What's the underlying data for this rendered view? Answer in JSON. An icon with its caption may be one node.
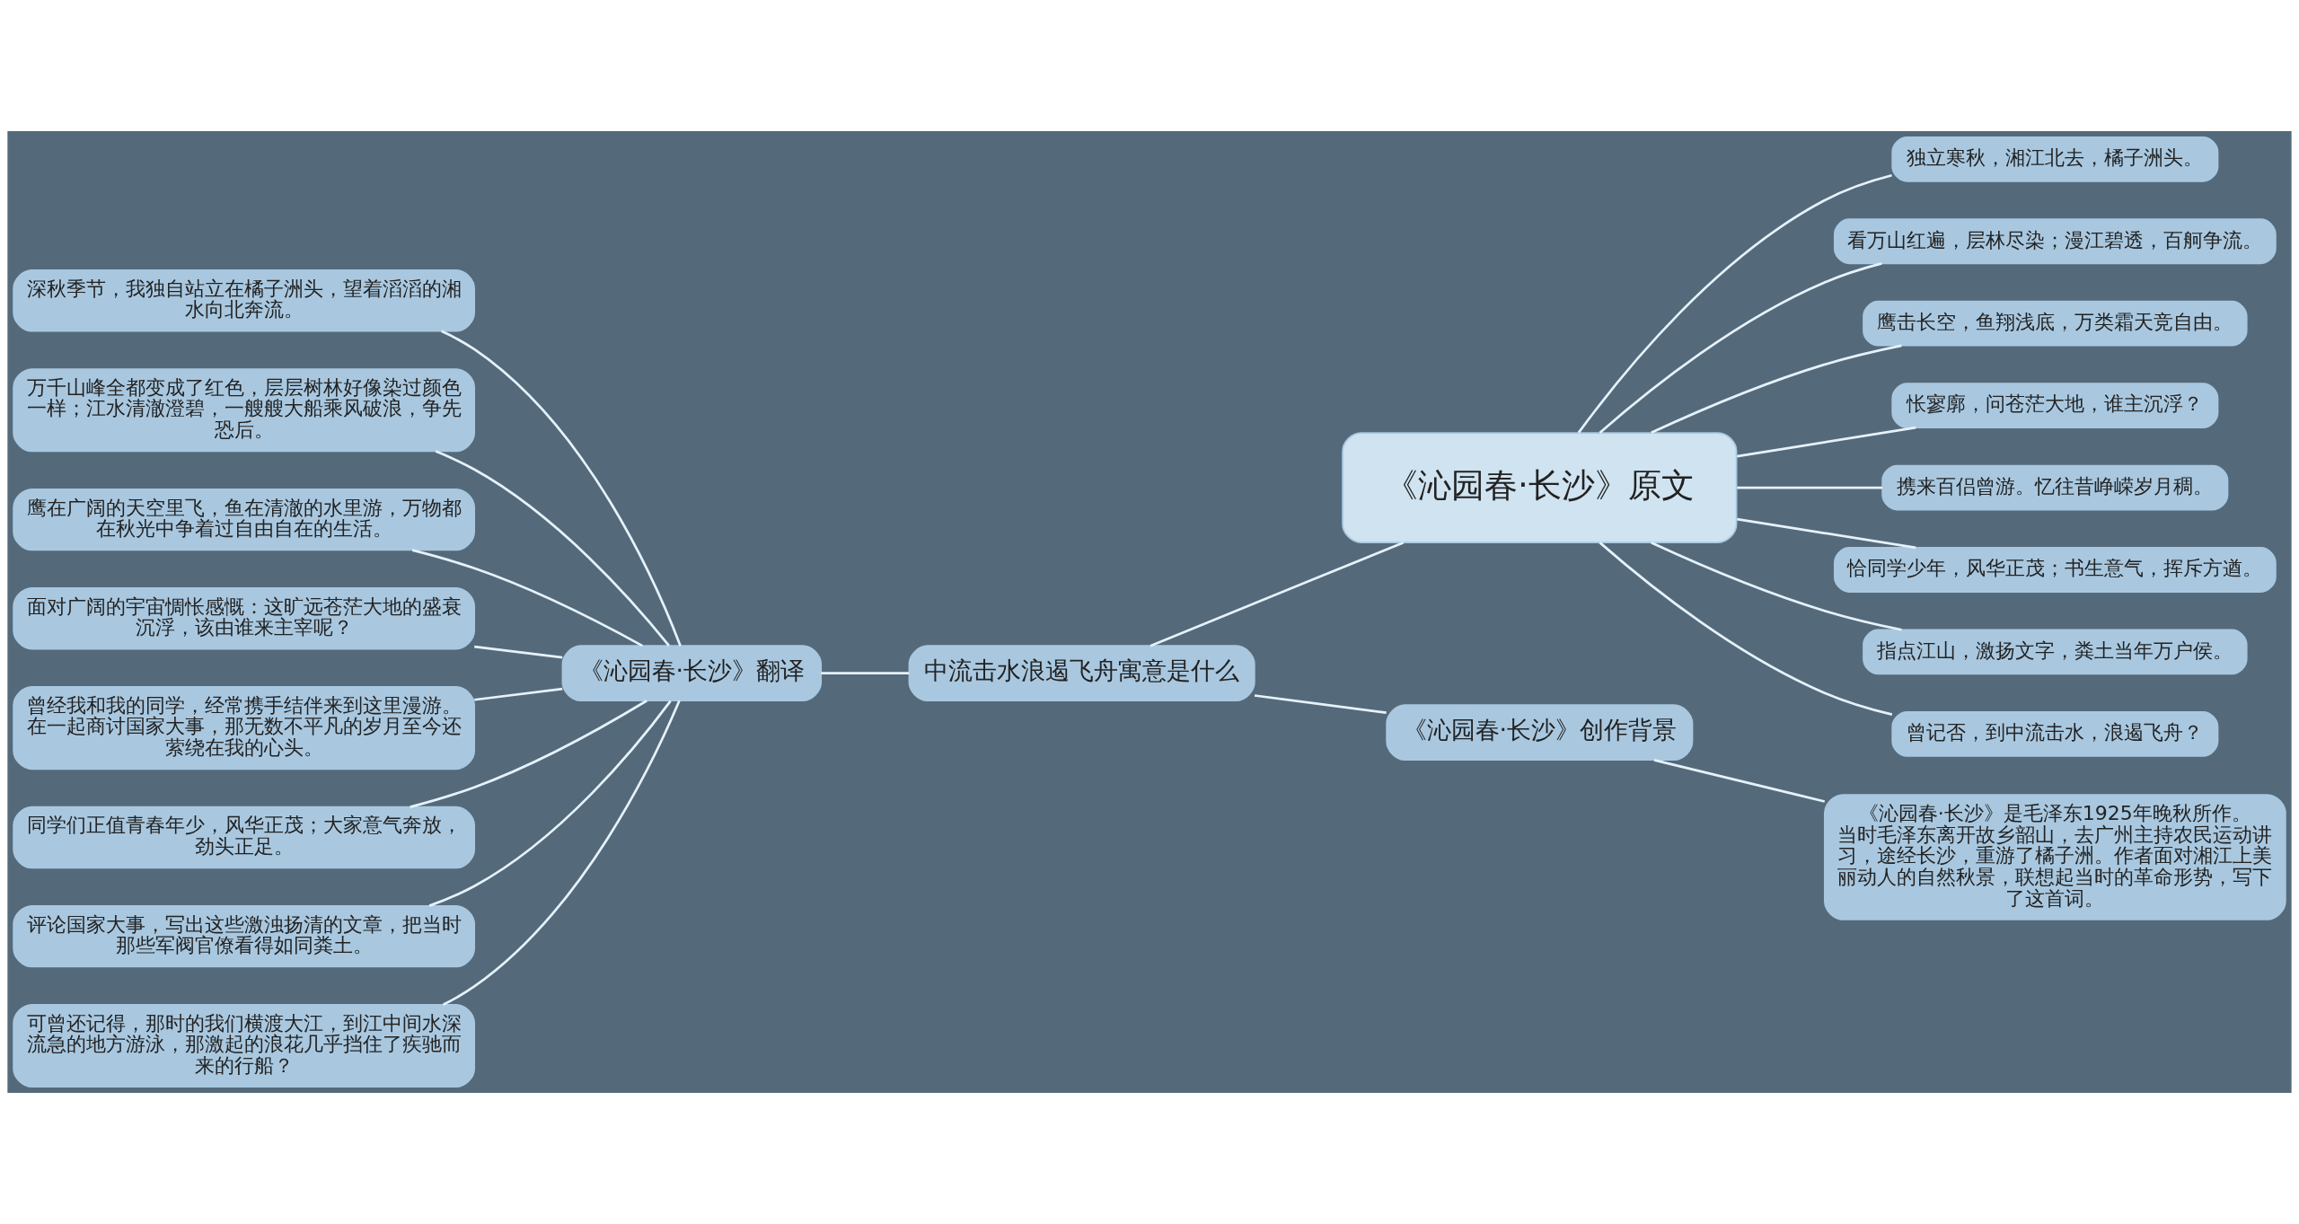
{
  "diagram": {
    "nodes": [
      {
        "text": [
          "中流击水浪遏飞舟寓意是什么"
        ]
      },
      {
        "text": [
          "《沁园春·长沙》原文"
        ]
      },
      {
        "text": [
          "独立寒秋，湘江北去，橘子洲头。"
        ]
      },
      {
        "text": [
          "看万山红遍，层林尽染；漫江碧透，百舸争流。"
        ]
      },
      {
        "text": [
          "鹰击长空，鱼翔浅底，万类霜天竞自由。"
        ]
      },
      {
        "text": [
          "怅寥廓，问苍茫大地，谁主沉浮？"
        ]
      },
      {
        "text": [
          "携来百侣曾游。忆往昔峥嵘岁月稠。"
        ]
      },
      {
        "text": [
          "恰同学少年，风华正茂；书生意气，挥斥方遒。"
        ]
      },
      {
        "text": [
          "指点江山，激扬文字，粪土当年万户侯。"
        ]
      },
      {
        "text": [
          "曾记否，到中流击水，浪遏飞舟？"
        ]
      },
      {
        "text": [
          "《沁园春·长沙》创作背景"
        ]
      },
      {
        "text": [
          "《沁园春·长沙》是毛泽东1925年晚秋所作。当时毛泽东离开故乡韶山，去广州主持农民运动讲习，途经长沙，重游了橘子洲。作者面对湘江上美丽动人的自然秋景，联想起当时的革命形势，写下了这首词。"
        ]
      },
      {
        "text": [
          "《沁园春·长沙》翻译"
        ]
      },
      {
        "text": [
          "深秋季节，我独自站立在橘子洲头，望着滔滔的湘水向北奔流。"
        ]
      },
      {
        "text": [
          "万千山峰全都变成了红色，层层树林好像染过颜色一样；江水清澈澄碧，一艘艘大船乘风破浪，争先恐后。"
        ]
      },
      {
        "text": [
          "鹰在广阔的天空里飞，鱼在清澈的水里游，万物都在秋光中争着过自由自在的生活。"
        ]
      },
      {
        "text": [
          "面对广阔的宇宙惆怅感慨：这旷远苍茫大地的盛衰沉浮，该由谁来主宰呢？"
        ]
      },
      {
        "text": [
          "曾经我和我的同学，经常携手结伴来到这里漫游。在一起商讨国家大事，那无数不平凡的岁月至今还萦绕在我的心头。"
        ]
      },
      {
        "text": [
          "同学们正值青春年少，风华正茂；大家意气奔放，劲头正足。"
        ]
      },
      {
        "text": [
          "评论国家大事，写出这些激浊扬清的文章，把当时那些军阀官僚看得如同粪土。"
        ]
      },
      {
        "text": [
          "可曾还记得，那时的我们横渡大江，到江中间水深流急的地方游泳，那激起的浪花几乎挡住了疾驰而来的行船？"
        ]
      }
    ],
    "edges": [
      {
        "from": 0,
        "to": 1,
        "arrow": "none"
      },
      {
        "from": 1,
        "to": 2,
        "arrow": "none"
      },
      {
        "from": 1,
        "to": 3,
        "arrow": "none"
      },
      {
        "from": 1,
        "to": 4,
        "arrow": "none"
      },
      {
        "from": 1,
        "to": 5,
        "arrow": "none"
      },
      {
        "from": 1,
        "to": 6,
        "arrow": "none"
      },
      {
        "from": 1,
        "to": 7,
        "arrow": "none"
      },
      {
        "from": 1,
        "to": 8,
        "arrow": "none"
      },
      {
        "from": 1,
        "to": 9,
        "arrow": "none"
      },
      {
        "from": 0,
        "to": 10,
        "arrow": "none"
      },
      {
        "from": 10,
        "to": 11,
        "arrow": "none"
      },
      {
        "from": 12,
        "to": 0,
        "arrow": "none"
      },
      {
        "from": 13,
        "to": 12,
        "arrow": "none"
      },
      {
        "from": 14,
        "to": 12,
        "arrow": "none"
      },
      {
        "from": 15,
        "to": 12,
        "arrow": "none"
      },
      {
        "from": 16,
        "to": 12,
        "arrow": "none"
      },
      {
        "from": 17,
        "to": 12,
        "arrow": "none"
      },
      {
        "from": 18,
        "to": 12,
        "arrow": "none"
      },
      {
        "from": 19,
        "to": 12,
        "arrow": "none"
      },
      {
        "from": 20,
        "to": 12,
        "arrow": "none"
      }
    ]
  }
}
